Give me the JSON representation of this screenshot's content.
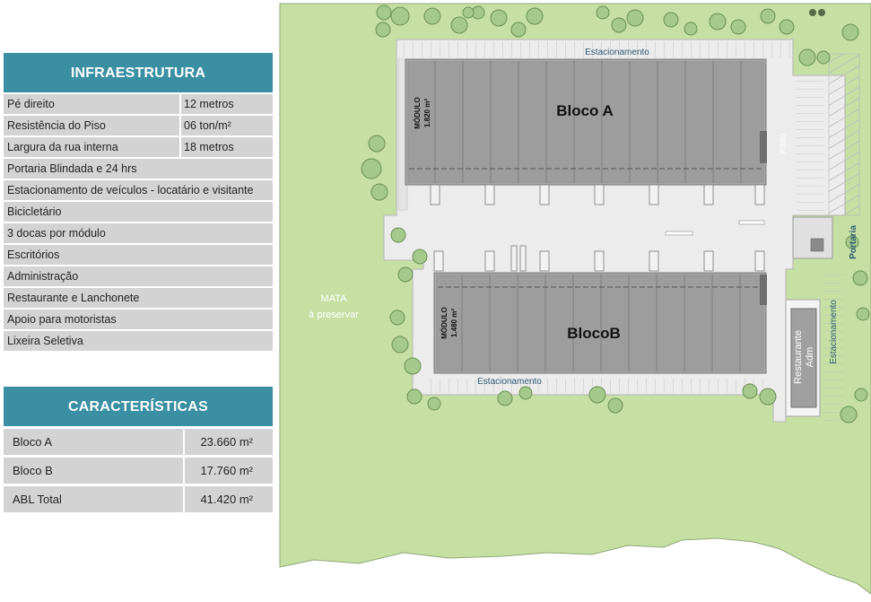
{
  "infraestrutura": {
    "title": "INFRAESTRUTURA",
    "rows": [
      {
        "label": "Pé direito",
        "value": "12 metros"
      },
      {
        "label": "Resistência do Piso",
        "value": "06 ton/m²"
      },
      {
        "label": "Largura da rua interna",
        "value": "18 metros"
      },
      {
        "label": "Portaria Blindada e 24 hrs"
      },
      {
        "label": "Estacionamento de veículos - locatário e visitante"
      },
      {
        "label": "Bicicletário"
      },
      {
        "label": "3 docas por módulo"
      },
      {
        "label": "Escritórios"
      },
      {
        "label": " Administração"
      },
      {
        "label": "Restaurante e Lanchonete"
      },
      {
        "label": "Apoio para motoristas"
      },
      {
        "label": "Lixeira Seletiva"
      }
    ]
  },
  "caracteristicas": {
    "title": "CARACTERÍSTICAS",
    "rows": [
      {
        "label": "Bloco A",
        "value": "23.660 m²"
      },
      {
        "label": "Bloco B",
        "value": "17.760 m²"
      },
      {
        "label": "ABL Total",
        "value": "41.420 m²"
      }
    ]
  },
  "map": {
    "mata_line1": "MATA",
    "mata_line2": "à preservar",
    "bloco_a": "Bloco A",
    "bloco_b": "BlocoB",
    "modulo_a_line1": "MÓDULO",
    "modulo_a_line2": "1.820 m²",
    "modulo_b_line1": "MÓDULO",
    "modulo_b_line2": "1.480 m²",
    "estacionamento_top": "Estacionamento",
    "estacionamento_bottom": "Estacionamento",
    "estacionamento_right": "Estacionamento",
    "patio": "Pátio",
    "portaria": "Portaria",
    "restaurante": "Restaurante",
    "adm": "Adm",
    "colors": {
      "header": "#3a8fa3",
      "row": "#d3d3d3",
      "grass": "#c6e0a4",
      "road": "#ececec",
      "building": "#a6a6a6",
      "tree": "#9cc27e"
    }
  }
}
